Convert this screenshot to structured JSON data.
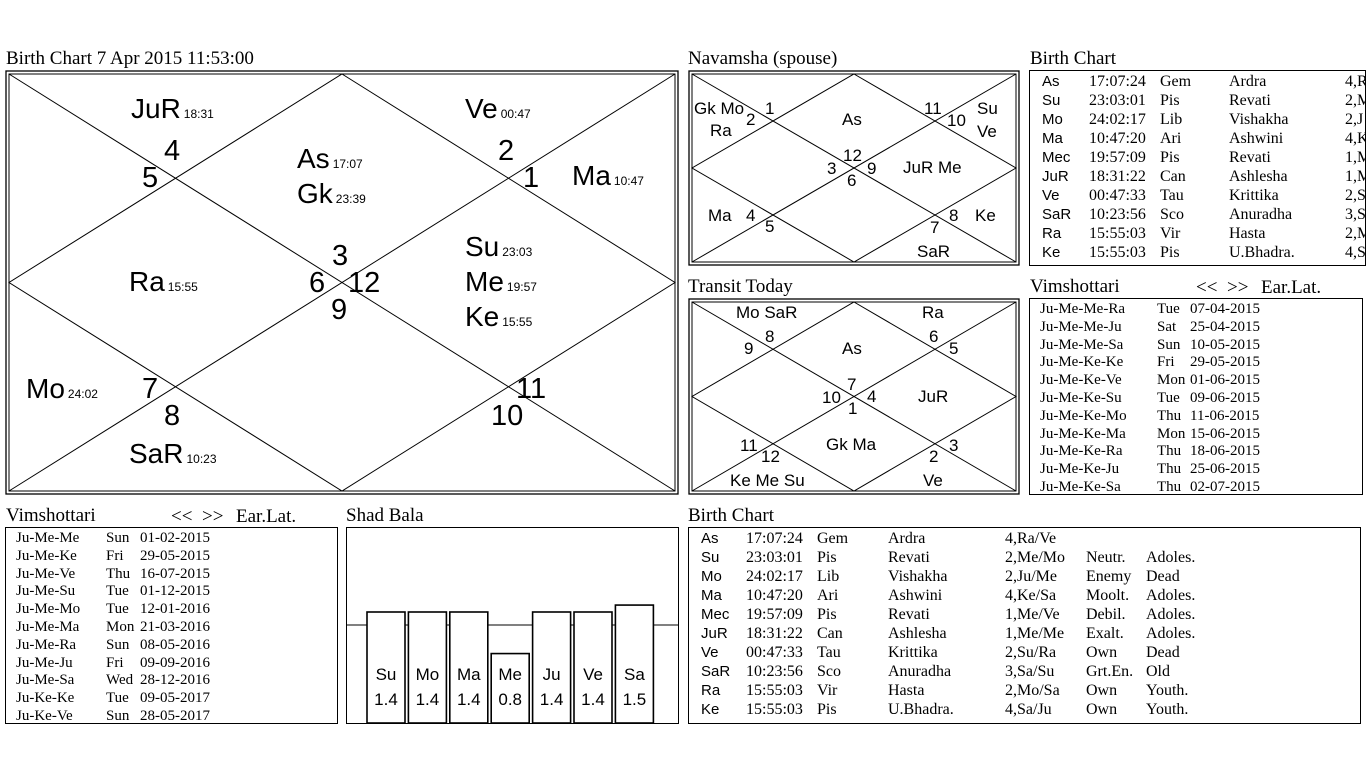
{
  "rasi": {
    "title": "Birth Chart  7 Apr 2015  11:53:00",
    "planets": [
      {
        "name": "JuR",
        "deg": "18:31"
      },
      {
        "name": "Ve",
        "deg": "00:47"
      },
      {
        "name": "As",
        "deg": "17:07"
      },
      {
        "name": "Gk",
        "deg": "23:39"
      },
      {
        "name": "Ma",
        "deg": "10:47"
      },
      {
        "name": "Ra",
        "deg": "15:55"
      },
      {
        "name": "Su",
        "deg": "23:03"
      },
      {
        "name": "Me",
        "deg": "19:57"
      },
      {
        "name": "Ke",
        "deg": "15:55"
      },
      {
        "name": "Mo",
        "deg": "24:02"
      },
      {
        "name": "SaR",
        "deg": "10:23"
      }
    ],
    "signs": [
      "4",
      "5",
      "2",
      "1",
      "3",
      "6",
      "12",
      "9",
      "7",
      "8",
      "11",
      "10"
    ]
  },
  "navamsha": {
    "title": "Navamsha (spouse)",
    "labels": [
      "Gk Mo",
      "Ra",
      "As",
      "Su",
      "Ve",
      "JuR Me",
      "Ma",
      "Ke",
      "SaR"
    ],
    "signs": [
      "1",
      "2",
      "11",
      "10",
      "12",
      "3",
      "9",
      "6",
      "4",
      "5",
      "8",
      "7"
    ]
  },
  "transit": {
    "title": "Transit  Today",
    "labels": [
      "Mo SaR",
      "Ra",
      "As",
      "JuR",
      "Gk Ma",
      "Ke Me Su",
      "Ve"
    ],
    "signs": [
      "8",
      "9",
      "6",
      "5",
      "7",
      "10",
      "4",
      "1",
      "11",
      "12",
      "3",
      "2"
    ]
  },
  "birth_small": {
    "title": "Birth Chart",
    "rows": [
      {
        "p": "As",
        "deg": "17:07:24",
        "sign": "Gem",
        "nak": "Ardra",
        "pada": "4,R"
      },
      {
        "p": "Su",
        "deg": "23:03:01",
        "sign": "Pis",
        "nak": "Revati",
        "pada": "2,M"
      },
      {
        "p": "Mo",
        "deg": "24:02:17",
        "sign": "Lib",
        "nak": "Vishakha",
        "pada": "2,J"
      },
      {
        "p": "Ma",
        "deg": "10:47:20",
        "sign": "Ari",
        "nak": "Ashwini",
        "pada": "4,K"
      },
      {
        "p": "Mec",
        "deg": "19:57:09",
        "sign": "Pis",
        "nak": "Revati",
        "pada": "1,M"
      },
      {
        "p": "JuR",
        "deg": "18:31:22",
        "sign": "Can",
        "nak": "Ashlesha",
        "pada": "1,M"
      },
      {
        "p": "Ve",
        "deg": "00:47:33",
        "sign": "Tau",
        "nak": "Krittika",
        "pada": "2,S"
      },
      {
        "p": "SaR",
        "deg": "10:23:56",
        "sign": "Sco",
        "nak": "Anuradha",
        "pada": "3,S"
      },
      {
        "p": "Ra",
        "deg": "15:55:03",
        "sign": "Vir",
        "nak": "Hasta",
        "pada": "2,M"
      },
      {
        "p": "Ke",
        "deg": "15:55:03",
        "sign": "Pis",
        "nak": "U.Bhadra.",
        "pada": "4,S"
      }
    ]
  },
  "vims_right": {
    "title": "Vimshottari",
    "nav_prev": "<<",
    "nav_next": ">>",
    "nav_label": "Ear.Lat.",
    "rows": [
      {
        "period": "Ju-Me-Me-Ra",
        "day": "Tue",
        "date": "07-04-2015"
      },
      {
        "period": "Ju-Me-Me-Ju",
        "day": "Sat",
        "date": "25-04-2015"
      },
      {
        "period": "Ju-Me-Me-Sa",
        "day": "Sun",
        "date": "10-05-2015"
      },
      {
        "period": "Ju-Me-Ke-Ke",
        "day": "Fri",
        "date": "29-05-2015"
      },
      {
        "period": "Ju-Me-Ke-Ve",
        "day": "Mon",
        "date": "01-06-2015"
      },
      {
        "period": "Ju-Me-Ke-Su",
        "day": "Tue",
        "date": "09-06-2015"
      },
      {
        "period": "Ju-Me-Ke-Mo",
        "day": "Thu",
        "date": "11-06-2015"
      },
      {
        "period": "Ju-Me-Ke-Ma",
        "day": "Mon",
        "date": "15-06-2015"
      },
      {
        "period": "Ju-Me-Ke-Ra",
        "day": "Thu",
        "date": "18-06-2015"
      },
      {
        "period": "Ju-Me-Ke-Ju",
        "day": "Thu",
        "date": "25-06-2015"
      },
      {
        "period": "Ju-Me-Ke-Sa",
        "day": "Thu",
        "date": "02-07-2015"
      }
    ]
  },
  "vims_left": {
    "title": "Vimshottari",
    "nav_prev": "<<",
    "nav_next": ">>",
    "nav_label": "Ear.Lat.",
    "rows": [
      {
        "period": "Ju-Me-Me",
        "day": "Sun",
        "date": "01-02-2015"
      },
      {
        "period": "Ju-Me-Ke",
        "day": "Fri",
        "date": "29-05-2015"
      },
      {
        "period": "Ju-Me-Ve",
        "day": "Thu",
        "date": "16-07-2015"
      },
      {
        "period": "Ju-Me-Su",
        "day": "Tue",
        "date": "01-12-2015"
      },
      {
        "period": "Ju-Me-Mo",
        "day": "Tue",
        "date": "12-01-2016"
      },
      {
        "period": "Ju-Me-Ma",
        "day": "Mon",
        "date": "21-03-2016"
      },
      {
        "period": "Ju-Me-Ra",
        "day": "Sun",
        "date": "08-05-2016"
      },
      {
        "period": "Ju-Me-Ju",
        "day": "Fri",
        "date": "09-09-2016"
      },
      {
        "period": "Ju-Me-Sa",
        "day": "Wed",
        "date": "28-12-2016"
      },
      {
        "period": "Ju-Ke-Ke",
        "day": "Tue",
        "date": "09-05-2017"
      },
      {
        "period": "Ju-Ke-Ve",
        "day": "Sun",
        "date": "28-05-2017"
      }
    ]
  },
  "shadbala": {
    "title": "Shad Bala",
    "chart_data": {
      "type": "bar",
      "categories": [
        "Su",
        "Mo",
        "Ma",
        "Me",
        "Ju",
        "Ve",
        "Sa"
      ],
      "values": [
        1.4,
        1.4,
        1.4,
        0.8,
        1.4,
        1.4,
        1.5
      ],
      "title": "Shad Bala"
    }
  },
  "birth_big": {
    "title": "Birth Chart",
    "rows": [
      {
        "p": "As",
        "deg": "17:07:24",
        "sign": "Gem",
        "nak": "Ardra",
        "pada": "4,Ra/Ve",
        "dig": "",
        "avastha": ""
      },
      {
        "p": "Su",
        "deg": "23:03:01",
        "sign": "Pis",
        "nak": "Revati",
        "pada": "2,Me/Mo",
        "dig": "Neutr.",
        "avastha": "Adoles."
      },
      {
        "p": "Mo",
        "deg": "24:02:17",
        "sign": "Lib",
        "nak": "Vishakha",
        "pada": "2,Ju/Me",
        "dig": "Enemy",
        "avastha": "Dead"
      },
      {
        "p": "Ma",
        "deg": "10:47:20",
        "sign": "Ari",
        "nak": "Ashwini",
        "pada": "4,Ke/Sa",
        "dig": "Moolt.",
        "avastha": "Adoles."
      },
      {
        "p": "Mec",
        "deg": "19:57:09",
        "sign": "Pis",
        "nak": "Revati",
        "pada": "1,Me/Ve",
        "dig": "Debil.",
        "avastha": "Adoles."
      },
      {
        "p": "JuR",
        "deg": "18:31:22",
        "sign": "Can",
        "nak": "Ashlesha",
        "pada": "1,Me/Me",
        "dig": "Exalt.",
        "avastha": "Adoles."
      },
      {
        "p": "Ve",
        "deg": "00:47:33",
        "sign": "Tau",
        "nak": "Krittika",
        "pada": "2,Su/Ra",
        "dig": "Own",
        "avastha": "Dead"
      },
      {
        "p": "SaR",
        "deg": "10:23:56",
        "sign": "Sco",
        "nak": "Anuradha",
        "pada": "3,Sa/Su",
        "dig": "Grt.En.",
        "avastha": "Old"
      },
      {
        "p": "Ra",
        "deg": "15:55:03",
        "sign": "Vir",
        "nak": "Hasta",
        "pada": "2,Mo/Sa",
        "dig": "Own",
        "avastha": "Youth."
      },
      {
        "p": "Ke",
        "deg": "15:55:03",
        "sign": "Pis",
        "nak": "U.Bhadra.",
        "pada": "4,Sa/Ju",
        "dig": "Own",
        "avastha": "Youth."
      }
    ]
  }
}
